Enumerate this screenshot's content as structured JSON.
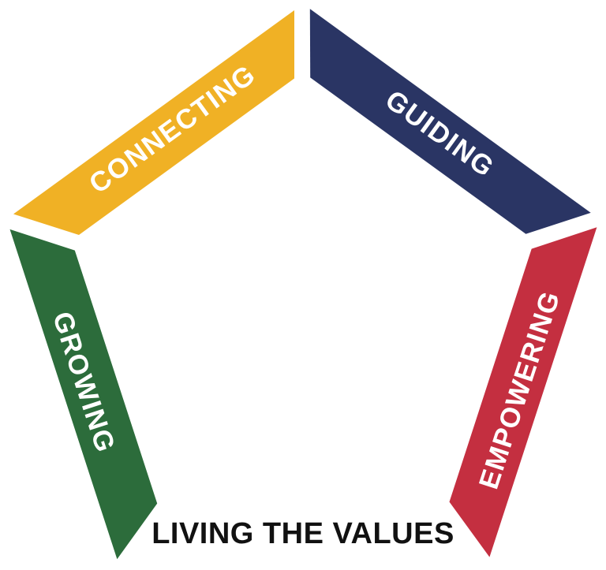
{
  "diagram": {
    "title": "Living the Values pentagon diagram",
    "background_color": "#ffffff",
    "label_color": "#ffffff",
    "bands": [
      {
        "id": "connecting",
        "label": "CONNECTING",
        "color": "#F0B125",
        "angle_deg": 0,
        "text_angle_deg": -36
      },
      {
        "id": "guiding",
        "label": "GUIDING",
        "color": "#2A3564",
        "angle_deg": 72,
        "text_angle_deg": 36
      },
      {
        "id": "empowering",
        "label": "EMPOWERING",
        "color": "#C42F40",
        "angle_deg": 144,
        "text_angle_deg": -72
      },
      {
        "id": "growing",
        "label": "GROWING",
        "color": "#2C6C3B",
        "angle_deg": 288,
        "text_angle_deg": 72
      }
    ],
    "footer": {
      "label": "LIVING THE VALUES",
      "color": "#111111"
    }
  }
}
